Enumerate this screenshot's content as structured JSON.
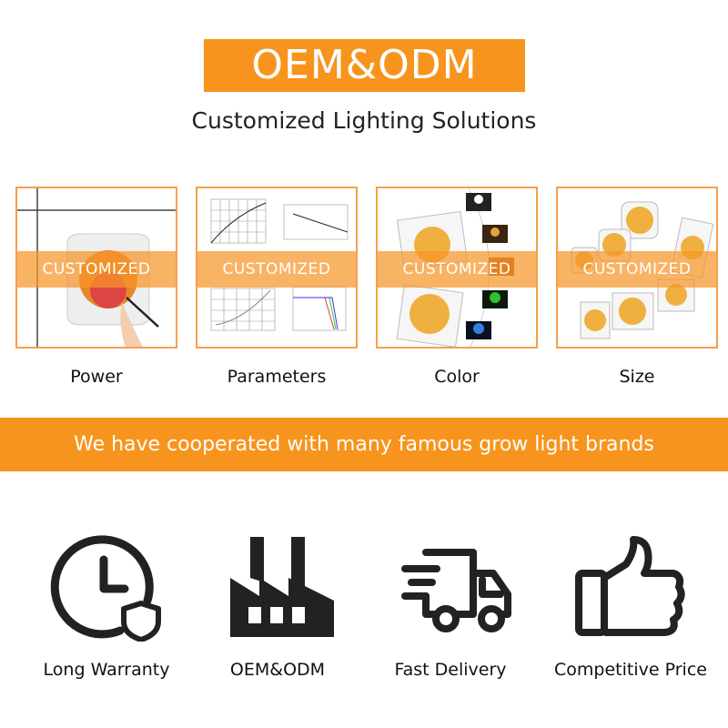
{
  "header": {
    "title": "OEM&ODM",
    "subtitle": "Customized Lighting Solutions"
  },
  "cards": [
    {
      "overlay": "CUSTOMIZED",
      "label": "Power"
    },
    {
      "overlay": "CUSTOMIZED",
      "label": "Parameters"
    },
    {
      "overlay": "CUSTOMIZED",
      "label": "Color"
    },
    {
      "overlay": "CUSTOMIZED",
      "label": "Size"
    }
  ],
  "banner": {
    "text": "We have cooperated with many famous grow light brands"
  },
  "features": [
    {
      "icon": "clock-shield-icon",
      "label": "Long Warranty"
    },
    {
      "icon": "factory-icon",
      "label": "OEM&ODM"
    },
    {
      "icon": "delivery-truck-icon",
      "label": "Fast Delivery"
    },
    {
      "icon": "thumbs-up-icon",
      "label": "Competitive Price"
    }
  ],
  "colors": {
    "accent": "#f7941d",
    "swatches": [
      "#ffffff",
      "#e8a040",
      "#e07020",
      "#30c030",
      "#3080e0"
    ]
  }
}
